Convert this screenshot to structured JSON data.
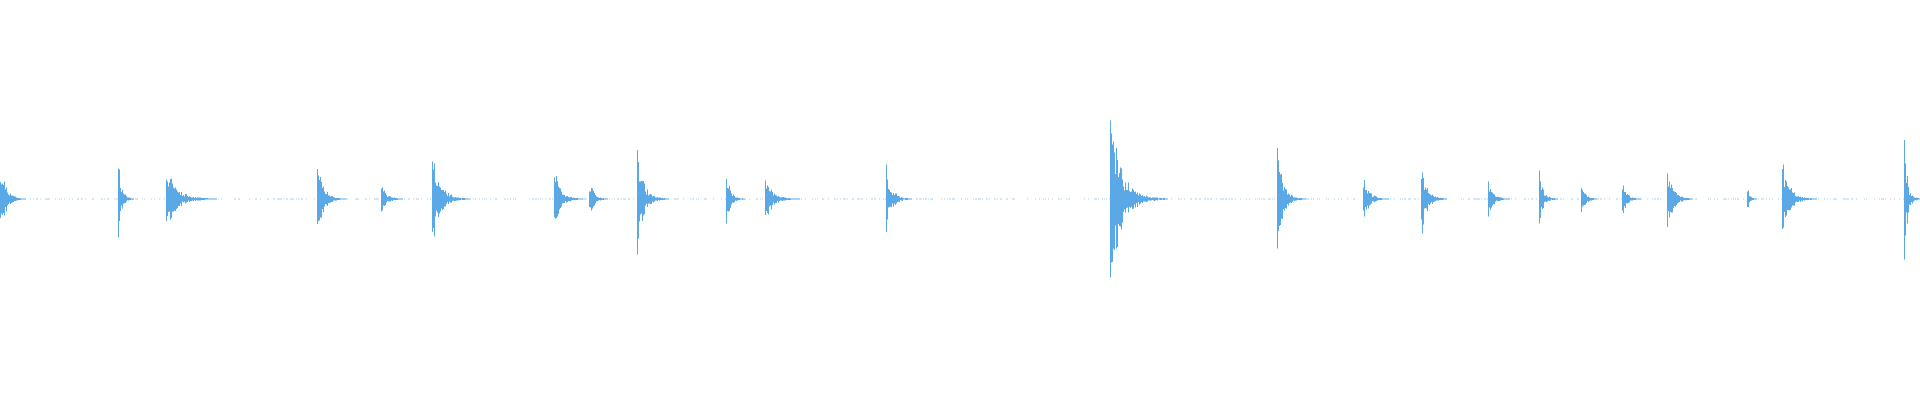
{
  "waveform": {
    "color": "#5aa9e6",
    "duration_s": 60,
    "onsets": [
      {
        "t": 0.0,
        "amp": 0.42,
        "tail": 0.8
      },
      {
        "t": 3.7,
        "amp": 0.4,
        "tail": 0.5
      },
      {
        "t": 5.2,
        "amp": 0.36,
        "tail": 1.6
      },
      {
        "t": 9.9,
        "amp": 0.42,
        "tail": 0.9
      },
      {
        "t": 11.9,
        "amp": 0.18,
        "tail": 0.7
      },
      {
        "t": 13.5,
        "amp": 0.58,
        "tail": 1.2
      },
      {
        "t": 17.3,
        "amp": 0.36,
        "tail": 0.9
      },
      {
        "t": 18.4,
        "amp": 0.22,
        "tail": 0.6
      },
      {
        "t": 19.9,
        "amp": 0.52,
        "tail": 1.0
      },
      {
        "t": 22.7,
        "amp": 0.32,
        "tail": 0.6
      },
      {
        "t": 23.9,
        "amp": 0.24,
        "tail": 1.1
      },
      {
        "t": 27.7,
        "amp": 0.36,
        "tail": 0.8
      },
      {
        "t": 34.7,
        "amp": 1.0,
        "tail": 1.8
      },
      {
        "t": 39.9,
        "amp": 0.52,
        "tail": 0.9
      },
      {
        "t": 42.6,
        "amp": 0.28,
        "tail": 0.8
      },
      {
        "t": 44.4,
        "amp": 0.44,
        "tail": 0.8
      },
      {
        "t": 46.5,
        "amp": 0.22,
        "tail": 0.7
      },
      {
        "t": 48.1,
        "amp": 0.3,
        "tail": 0.6
      },
      {
        "t": 49.4,
        "amp": 0.24,
        "tail": 0.5
      },
      {
        "t": 50.7,
        "amp": 0.22,
        "tail": 0.6
      },
      {
        "t": 52.1,
        "amp": 0.4,
        "tail": 0.8
      },
      {
        "t": 54.6,
        "amp": 0.12,
        "tail": 0.3
      },
      {
        "t": 55.7,
        "amp": 0.42,
        "tail": 1.1
      },
      {
        "t": 59.5,
        "amp": 0.68,
        "tail": 0.5
      }
    ],
    "noise_floor": 0.01
  }
}
